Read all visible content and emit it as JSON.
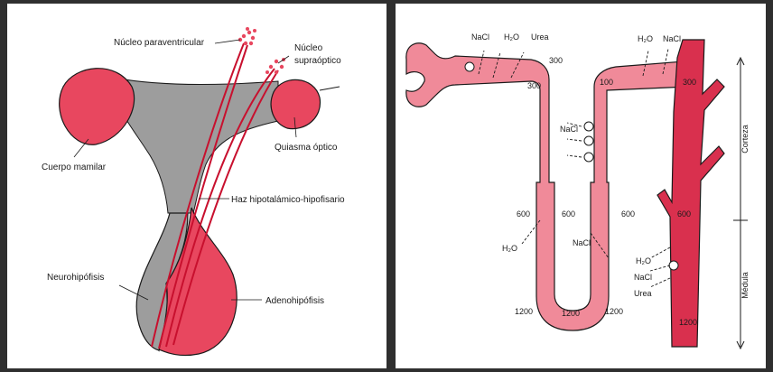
{
  "left_diagram": {
    "labels": {
      "paraventricular": "Núcleo paraventricular",
      "supraoptic_line1": "Núcleo",
      "supraoptic_line2": "supraóptico",
      "optic_chiasm": "Quiasma óptico",
      "mammillary_body": "Cuerpo mamilar",
      "hypothalamo_hypophyseal_tract": "Haz hipotalámico-hipofisario",
      "neurohypophysis": "Neurohipófisis",
      "adenohypophysis": "Adenohipófisis"
    },
    "colors": {
      "pink": "#e8475f",
      "gray": "#9d9d9d",
      "outline": "#1a1a1a"
    }
  },
  "right_diagram": {
    "solutes_top_left": {
      "nacl": "NaCl",
      "h2o": "H₂O",
      "urea": "Urea"
    },
    "solutes_top_right": {
      "h2o": "H₂O",
      "nacl": "NaCl"
    },
    "nacl_thick_ascending": "NaCl",
    "descending_h2o": "H₂O",
    "ascending_nacl": "NaCl",
    "collecting_duct_solutes": {
      "h2o": "H₂O",
      "nacl": "NaCl",
      "urea": "Urea"
    },
    "osmolarity": {
      "proximal_300_a": "300",
      "proximal_300_b": "300",
      "distal_100": "100",
      "collecting_300": "300",
      "desc_600": "600",
      "asc_600": "600",
      "interstitial_600": "600",
      "collecting_600": "600",
      "bottom_left_1200": "1200",
      "loop_tip_1200": "1200",
      "bottom_right_1200": "1200",
      "collecting_1200": "1200"
    },
    "zone_labels": {
      "cortex": "Corteza",
      "medulla": "Médula"
    },
    "colors": {
      "light_pink": "#f08a99",
      "dark_pink": "#d9304e",
      "outline": "#1a1a1a"
    }
  }
}
